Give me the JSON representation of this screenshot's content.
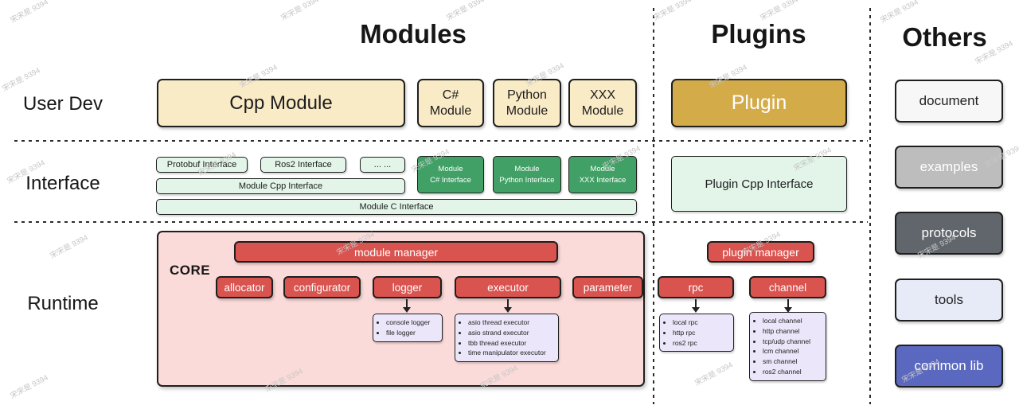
{
  "watermark": "宋宋是 9394",
  "palette": {
    "cream": "#faebc7",
    "gold": "#d4ab49",
    "light_green": "#e2f5e8",
    "dark_green": "#41a065",
    "pink": "#fbdbd9",
    "red": "#d9534f",
    "lavender": "#ebe6f9",
    "gray": "#bdbdbd",
    "dark_gray": "#61666d",
    "indigo": "#5a69bf"
  },
  "sections": {
    "modules": "Modules",
    "plugins": "Plugins",
    "others": "Others"
  },
  "rows": {
    "user_dev": "User Dev",
    "interface": "Interface",
    "runtime": "Runtime"
  },
  "user_dev": {
    "cpp_module": "Cpp Module",
    "csharp_module": [
      "C#",
      "Module"
    ],
    "python_module": [
      "Python",
      "Module"
    ],
    "xxx_module": [
      "XXX",
      "Module"
    ],
    "plugin": "Plugin"
  },
  "interface": {
    "protobuf": "Protobuf Interface",
    "ros2": "Ros2 Interface",
    "ellipsis": "... ...",
    "module_cpp": "Module Cpp Interface",
    "module_c": "Module C Interface",
    "module_csharp": [
      "Module",
      "C# Interface"
    ],
    "module_python": [
      "Module",
      "Python Interface"
    ],
    "module_xxx": [
      "Module",
      "XXX Interface"
    ],
    "plugin_cpp": "Plugin Cpp Interface"
  },
  "runtime": {
    "core_label": "CORE",
    "module_manager": "module manager",
    "plugin_manager": "plugin manager",
    "allocator": "allocator",
    "configurator": "configurator",
    "logger": "logger",
    "executor": "executor",
    "parameter": "parameter",
    "rpc": "rpc",
    "channel": "channel",
    "logger_impls": [
      "console logger",
      "file logger"
    ],
    "executor_impls": [
      "asio thread executor",
      "asio strand executor",
      "tbb thread executor",
      "time manipulator executor"
    ],
    "rpc_impls": [
      "local rpc",
      "http rpc",
      "ros2 rpc"
    ],
    "channel_impls": [
      "local channel",
      "http channel",
      "tcp/udp channel",
      "lcm channel",
      "sm channel",
      "ros2 channel"
    ]
  },
  "others": {
    "items": [
      {
        "label": "document"
      },
      {
        "label": "examples"
      },
      {
        "label": "protocols"
      },
      {
        "label": "tools"
      },
      {
        "label": "common lib"
      }
    ]
  }
}
